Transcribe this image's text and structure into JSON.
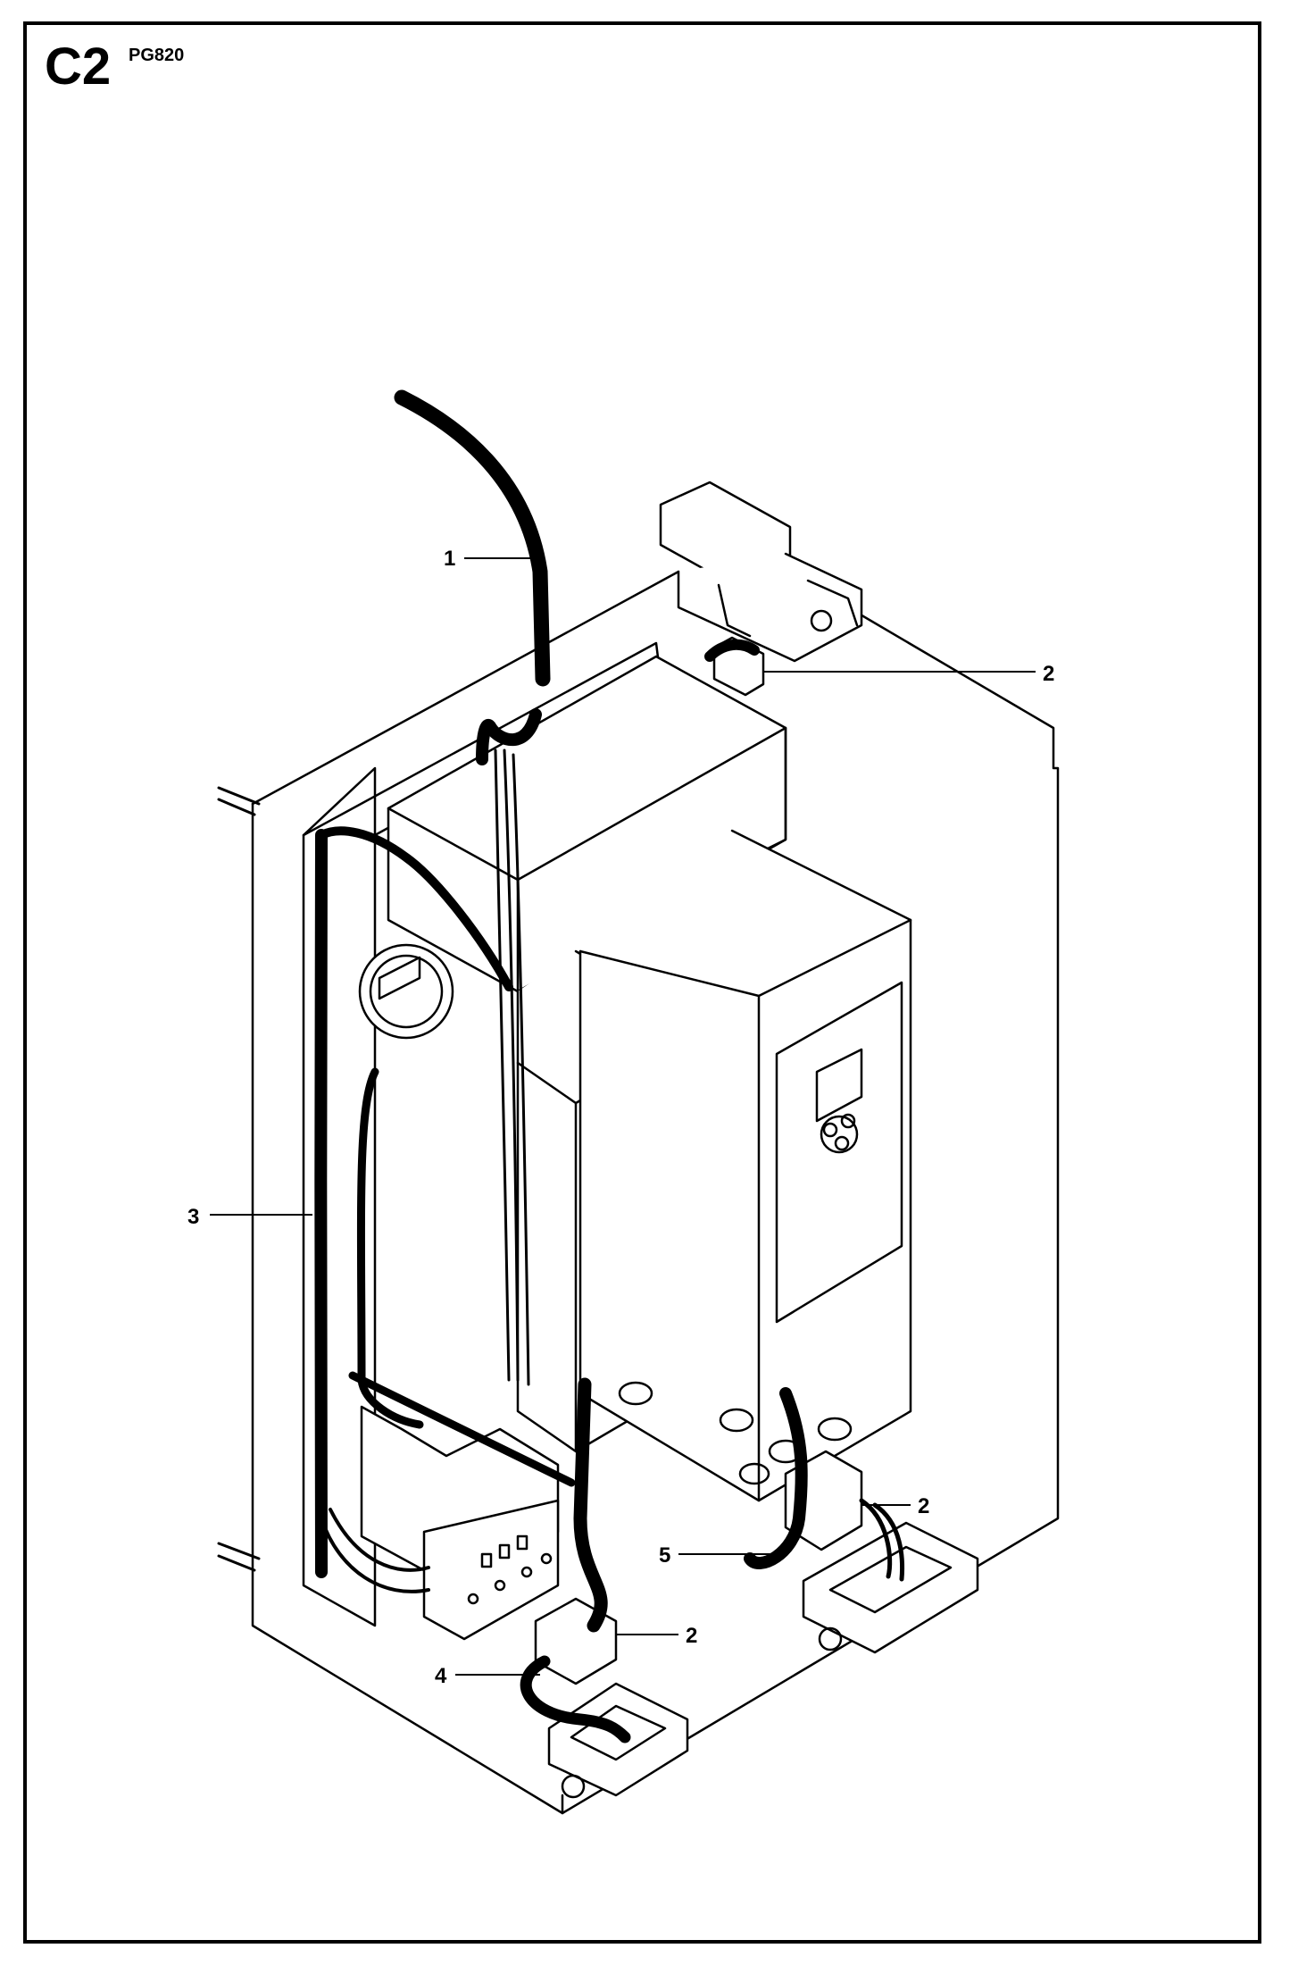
{
  "header": {
    "page_code": "C2",
    "model_code": "PG820"
  },
  "callouts": [
    {
      "id": "c1",
      "label": "1"
    },
    {
      "id": "c2a",
      "label": "2"
    },
    {
      "id": "c3",
      "label": "3"
    },
    {
      "id": "c2b",
      "label": "2"
    },
    {
      "id": "c5",
      "label": "5"
    },
    {
      "id": "c2c",
      "label": "2"
    },
    {
      "id": "c4",
      "label": "4"
    }
  ],
  "colors": {
    "line": "#000000",
    "panel_fill": "#ffffff",
    "shade": "#e6e6e6",
    "cable": "#000000"
  }
}
